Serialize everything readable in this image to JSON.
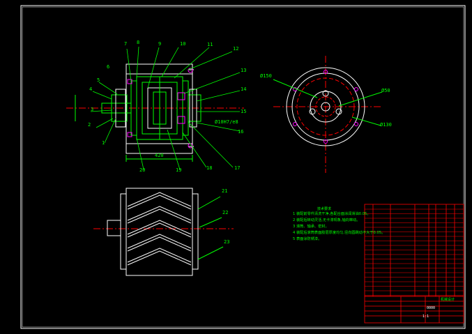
{
  "drawing": {
    "callouts": [
      "1",
      "2",
      "3",
      "4",
      "5",
      "6",
      "7",
      "8",
      "9",
      "10",
      "11",
      "12",
      "13",
      "14",
      "15",
      "16",
      "17",
      "18",
      "19",
      "20",
      "21",
      "22",
      "23"
    ],
    "dimensions": {
      "d150": "Ø150",
      "d50": "Ø50",
      "d130": "Ø130",
      "fit": "Ø10H7/e8",
      "length": "420"
    },
    "tech_requirements": {
      "title": "技术要求",
      "items": [
        "1  装配前零件清洗干净,各配合面涂润滑油0.05。",
        "2  装配后转动灵活,无卡滞现象,轴向窜动。",
        "3  滚筒、轴承、密封。",
        "4  装配后滚筒表面胶层厚度均匀,径向圆跳动不大于0.05。",
        "5  表面涂防锈漆。"
      ]
    },
    "title_block": {
      "drawing_no": "0000",
      "company": "机械设计",
      "scale": "1:1"
    }
  }
}
